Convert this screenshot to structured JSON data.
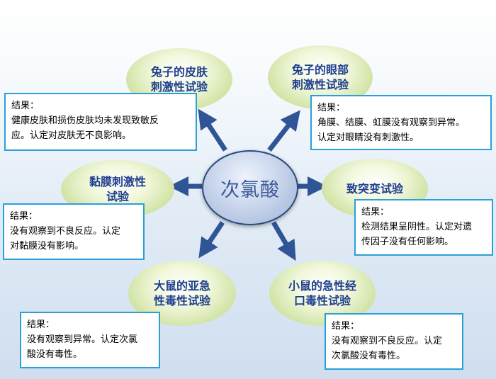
{
  "center": {
    "label": "次氯酸"
  },
  "colors": {
    "arrow": "#2f5597",
    "box_border": "#2aa0d8",
    "bubble_text": "#1f3f8f",
    "center_text": "#3b5998"
  },
  "tests": [
    {
      "key": "skin",
      "title": "兔子的皮肤\n刺激性试验",
      "result_label": "结果：",
      "result_text": "健康皮肤和损伤皮肤均未发现致敏反\n应。认定对皮肤无不良影响。"
    },
    {
      "key": "eye",
      "title": "兔子的眼部\n刺激性试验",
      "result_label": "结果：",
      "result_text": "角膜、结膜、虹膜没有观察到异常。\n认定对眼睛没有刺激性。"
    },
    {
      "key": "mucosa",
      "title": "黏膜刺激性\n试验",
      "result_label": "结果：",
      "result_text": "没有观察到不良反应。认定\n对黏膜没有影响。"
    },
    {
      "key": "mutation",
      "title": "致突变试验",
      "result_label": "结果：",
      "result_text": "检测结果呈阴性。认定对遗\n传因子没有任何影响。"
    },
    {
      "key": "rat",
      "title": "大鼠的亚急\n性毒性试验",
      "result_label": "结果：",
      "result_text": "没有观察到异常。认定次氯\n酸没有毒性。"
    },
    {
      "key": "mouse",
      "title": "小鼠的急性经\n口毒性试验",
      "result_label": "结果：",
      "result_text": "没有观察到不良反应。认定\n次氯酸没有毒性。"
    }
  ]
}
